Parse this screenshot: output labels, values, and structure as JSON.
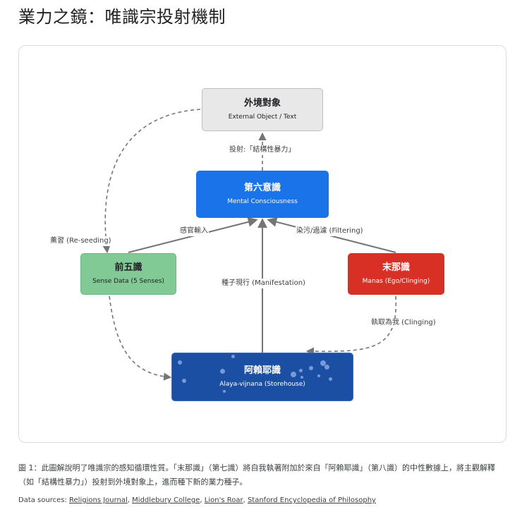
{
  "title": "業力之鏡：唯識宗投射機制",
  "nodes": {
    "external": {
      "title": "外境對象",
      "subtitle": "External Object / Text"
    },
    "sixth": {
      "title": "第六意識",
      "subtitle": "Mental Consciousness"
    },
    "five": {
      "title": "前五識",
      "subtitle": "Sense Data (5 Senses)"
    },
    "manas": {
      "title": "末那識",
      "subtitle": "Manas (Ego/Clinging)"
    },
    "alaya": {
      "title": "阿賴耶識",
      "subtitle": "Alaya-vijnana (Storehouse)"
    }
  },
  "edge_labels": {
    "projection": "投射:「結構性暴力」",
    "sense_input": "感官輸入",
    "filtering": "染污/過濾 (Filtering)",
    "reseeding": "薰習 (Re-seeding)",
    "manifestation": "種子現行 (Manifestation)",
    "clinging": "執取為我 (Clinging)"
  },
  "colors": {
    "external": "#e8e8e8",
    "sixth": "#1a73e8",
    "five": "#81c995",
    "manas": "#d93025",
    "alaya": "#1a4fa3",
    "arrow": "#757575"
  },
  "caption": "圖 1：此圖解說明了唯識宗的感知循環性質。「末那識」（第七識）將自我執著附加於來自「阿賴耶識」（第八識）的中性數據上，將主觀解釋（如「結構性暴力」）投射到外境對象上，進而種下新的業力種子。",
  "sources": {
    "label": "Data sources:",
    "items": [
      "Religions Journal",
      "Middlebury College",
      "Lion's Roar",
      "Stanford Encyclopedia of Philosophy"
    ]
  }
}
